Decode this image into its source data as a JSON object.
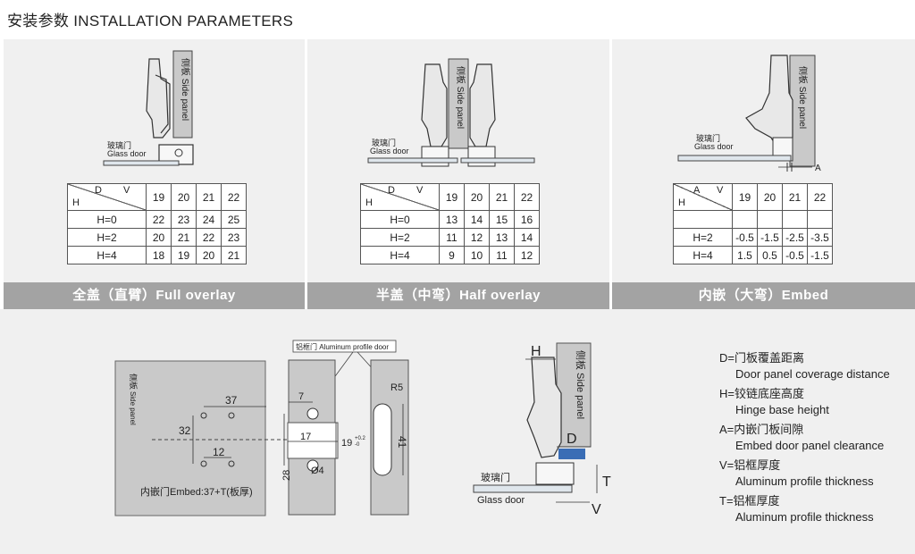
{
  "header": {
    "title": "安装参数  INSTALLATION PARAMETERS"
  },
  "common_labels": {
    "glass_door_cn": "玻璃门",
    "glass_door_en": "Glass door",
    "side_panel_cn": "侧板",
    "side_panel_en": "Side panel",
    "side_panel_full": "侧板 Side panel"
  },
  "panels": [
    {
      "caption": "全盖（直臂）Full overlay",
      "table": {
        "corner_top_left": "D",
        "corner_top_right": "V",
        "corner_bottom": "H",
        "columns": [
          "19",
          "20",
          "21",
          "22"
        ],
        "rows": [
          {
            "label": "H=0",
            "values": [
              "22",
              "23",
              "24",
              "25"
            ]
          },
          {
            "label": "H=2",
            "values": [
              "20",
              "21",
              "22",
              "23"
            ]
          },
          {
            "label": "H=4",
            "values": [
              "18",
              "19",
              "20",
              "21"
            ]
          }
        ]
      }
    },
    {
      "caption": "半盖（中弯）Half overlay",
      "table": {
        "corner_top_left": "D",
        "corner_top_right": "V",
        "corner_bottom": "H",
        "columns": [
          "19",
          "20",
          "21",
          "22"
        ],
        "rows": [
          {
            "label": "H=0",
            "values": [
              "13",
              "14",
              "15",
              "16"
            ]
          },
          {
            "label": "H=2",
            "values": [
              "11",
              "12",
              "13",
              "14"
            ]
          },
          {
            "label": "H=4",
            "values": [
              "9",
              "10",
              "11",
              "12"
            ]
          }
        ]
      }
    },
    {
      "caption": "内嵌（大弯）Embed",
      "label_a": "A",
      "table": {
        "corner_top_left": "A",
        "corner_top_right": "V",
        "corner_bottom": "H",
        "columns": [
          "19",
          "20",
          "21",
          "22"
        ],
        "rows": [
          {
            "label": "",
            "values": [
              "",
              "",
              "",
              ""
            ]
          },
          {
            "label": "H=2",
            "values": [
              "-0.5",
              "-1.5",
              "-2.5",
              "-3.5"
            ]
          },
          {
            "label": "H=4",
            "values": [
              "1.5",
              "0.5",
              "-0.5",
              "-1.5"
            ]
          }
        ]
      }
    }
  ],
  "drilling": {
    "dim_37": "37",
    "dim_32": "32",
    "dim_12": "12",
    "embed_formula": "内嵌门Embed:37+T(板厚)",
    "profile_label": "铝框门 Aluminum profile door",
    "dim_7": "7",
    "dim_17": "17",
    "dim_19": "19",
    "dim_19_tol_upper": "+0.2",
    "dim_19_tol_lower": "-0",
    "dim_28": "28",
    "dim_phi4": "Ø4",
    "dim_r5": "R5",
    "dim_41": "41"
  },
  "section": {
    "label_h": "H",
    "label_d": "D",
    "label_t": "T",
    "label_v": "V"
  },
  "legend": [
    {
      "term": "D=门板覆盖距离",
      "en": "Door panel coverage distance"
    },
    {
      "term": "H=铰链底座高度",
      "en": "Hinge base height"
    },
    {
      "term": "A=内嵌门板间隙",
      "en": "Embed door panel clearance"
    },
    {
      "term": "V=铝框厚度",
      "en": "Aluminum profile thickness"
    },
    {
      "term": "T=铝框厚度",
      "en": "Aluminum profile  thickness"
    }
  ],
  "colors": {
    "panel_bg": "#f0f0f0",
    "caption_bar": "#a3a3a3",
    "side_panel_fill": "#c9c9c9",
    "glass_fill": "#dfe6ec",
    "blue_strip": "#3a6db5"
  }
}
